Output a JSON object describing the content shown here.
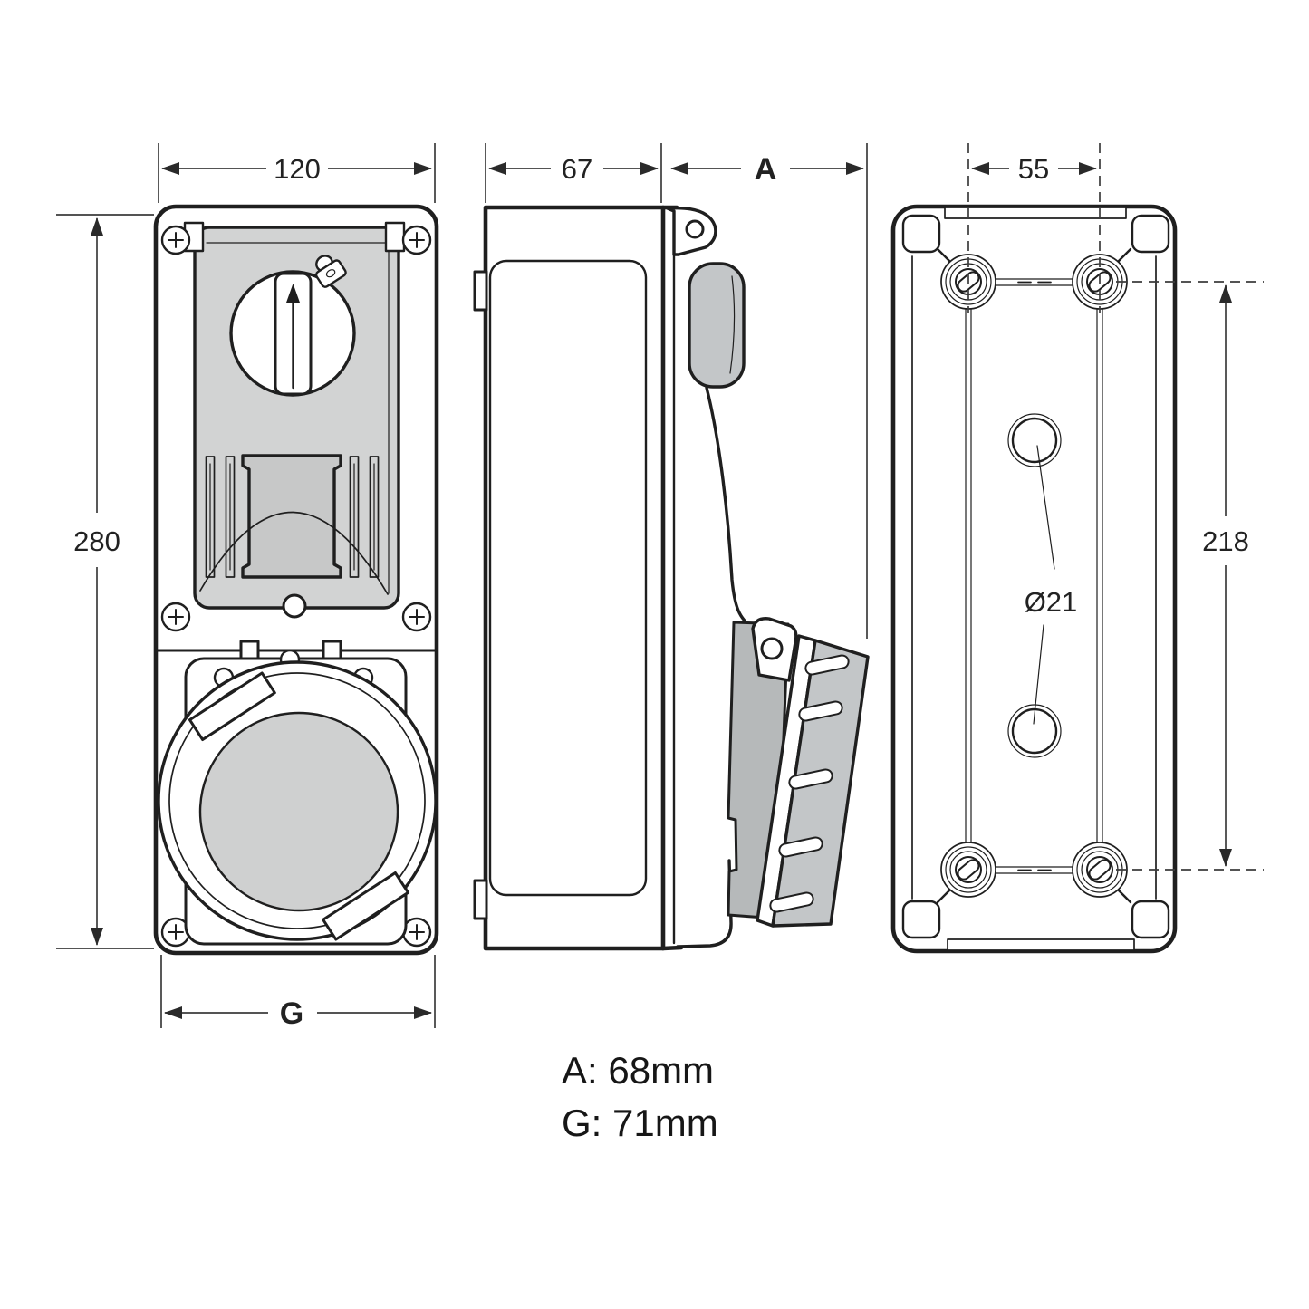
{
  "drawing": {
    "type": "technical-dimension-drawing",
    "views": [
      "front-view",
      "side-view",
      "rear-view"
    ]
  },
  "dims": {
    "front_width": "120",
    "side_depth": "67",
    "open_depth_label": "A",
    "screw_spacing_h": "55",
    "front_height": "280",
    "screw_spacing_v": "218",
    "knockout_dia": "Ø21",
    "flange_label": "G"
  },
  "legend": {
    "a": "A: 68mm",
    "g": "G: 71mm"
  },
  "colors": {
    "line": "#1f1f1f",
    "dimension_line": "#3c3c3c",
    "panel_gray": "#d2d3d3",
    "socket_gray": "#cfd0d0",
    "handle_gray": "#c3c6c8",
    "arm_gray": "#b6b9ba",
    "background": "#ffffff"
  }
}
